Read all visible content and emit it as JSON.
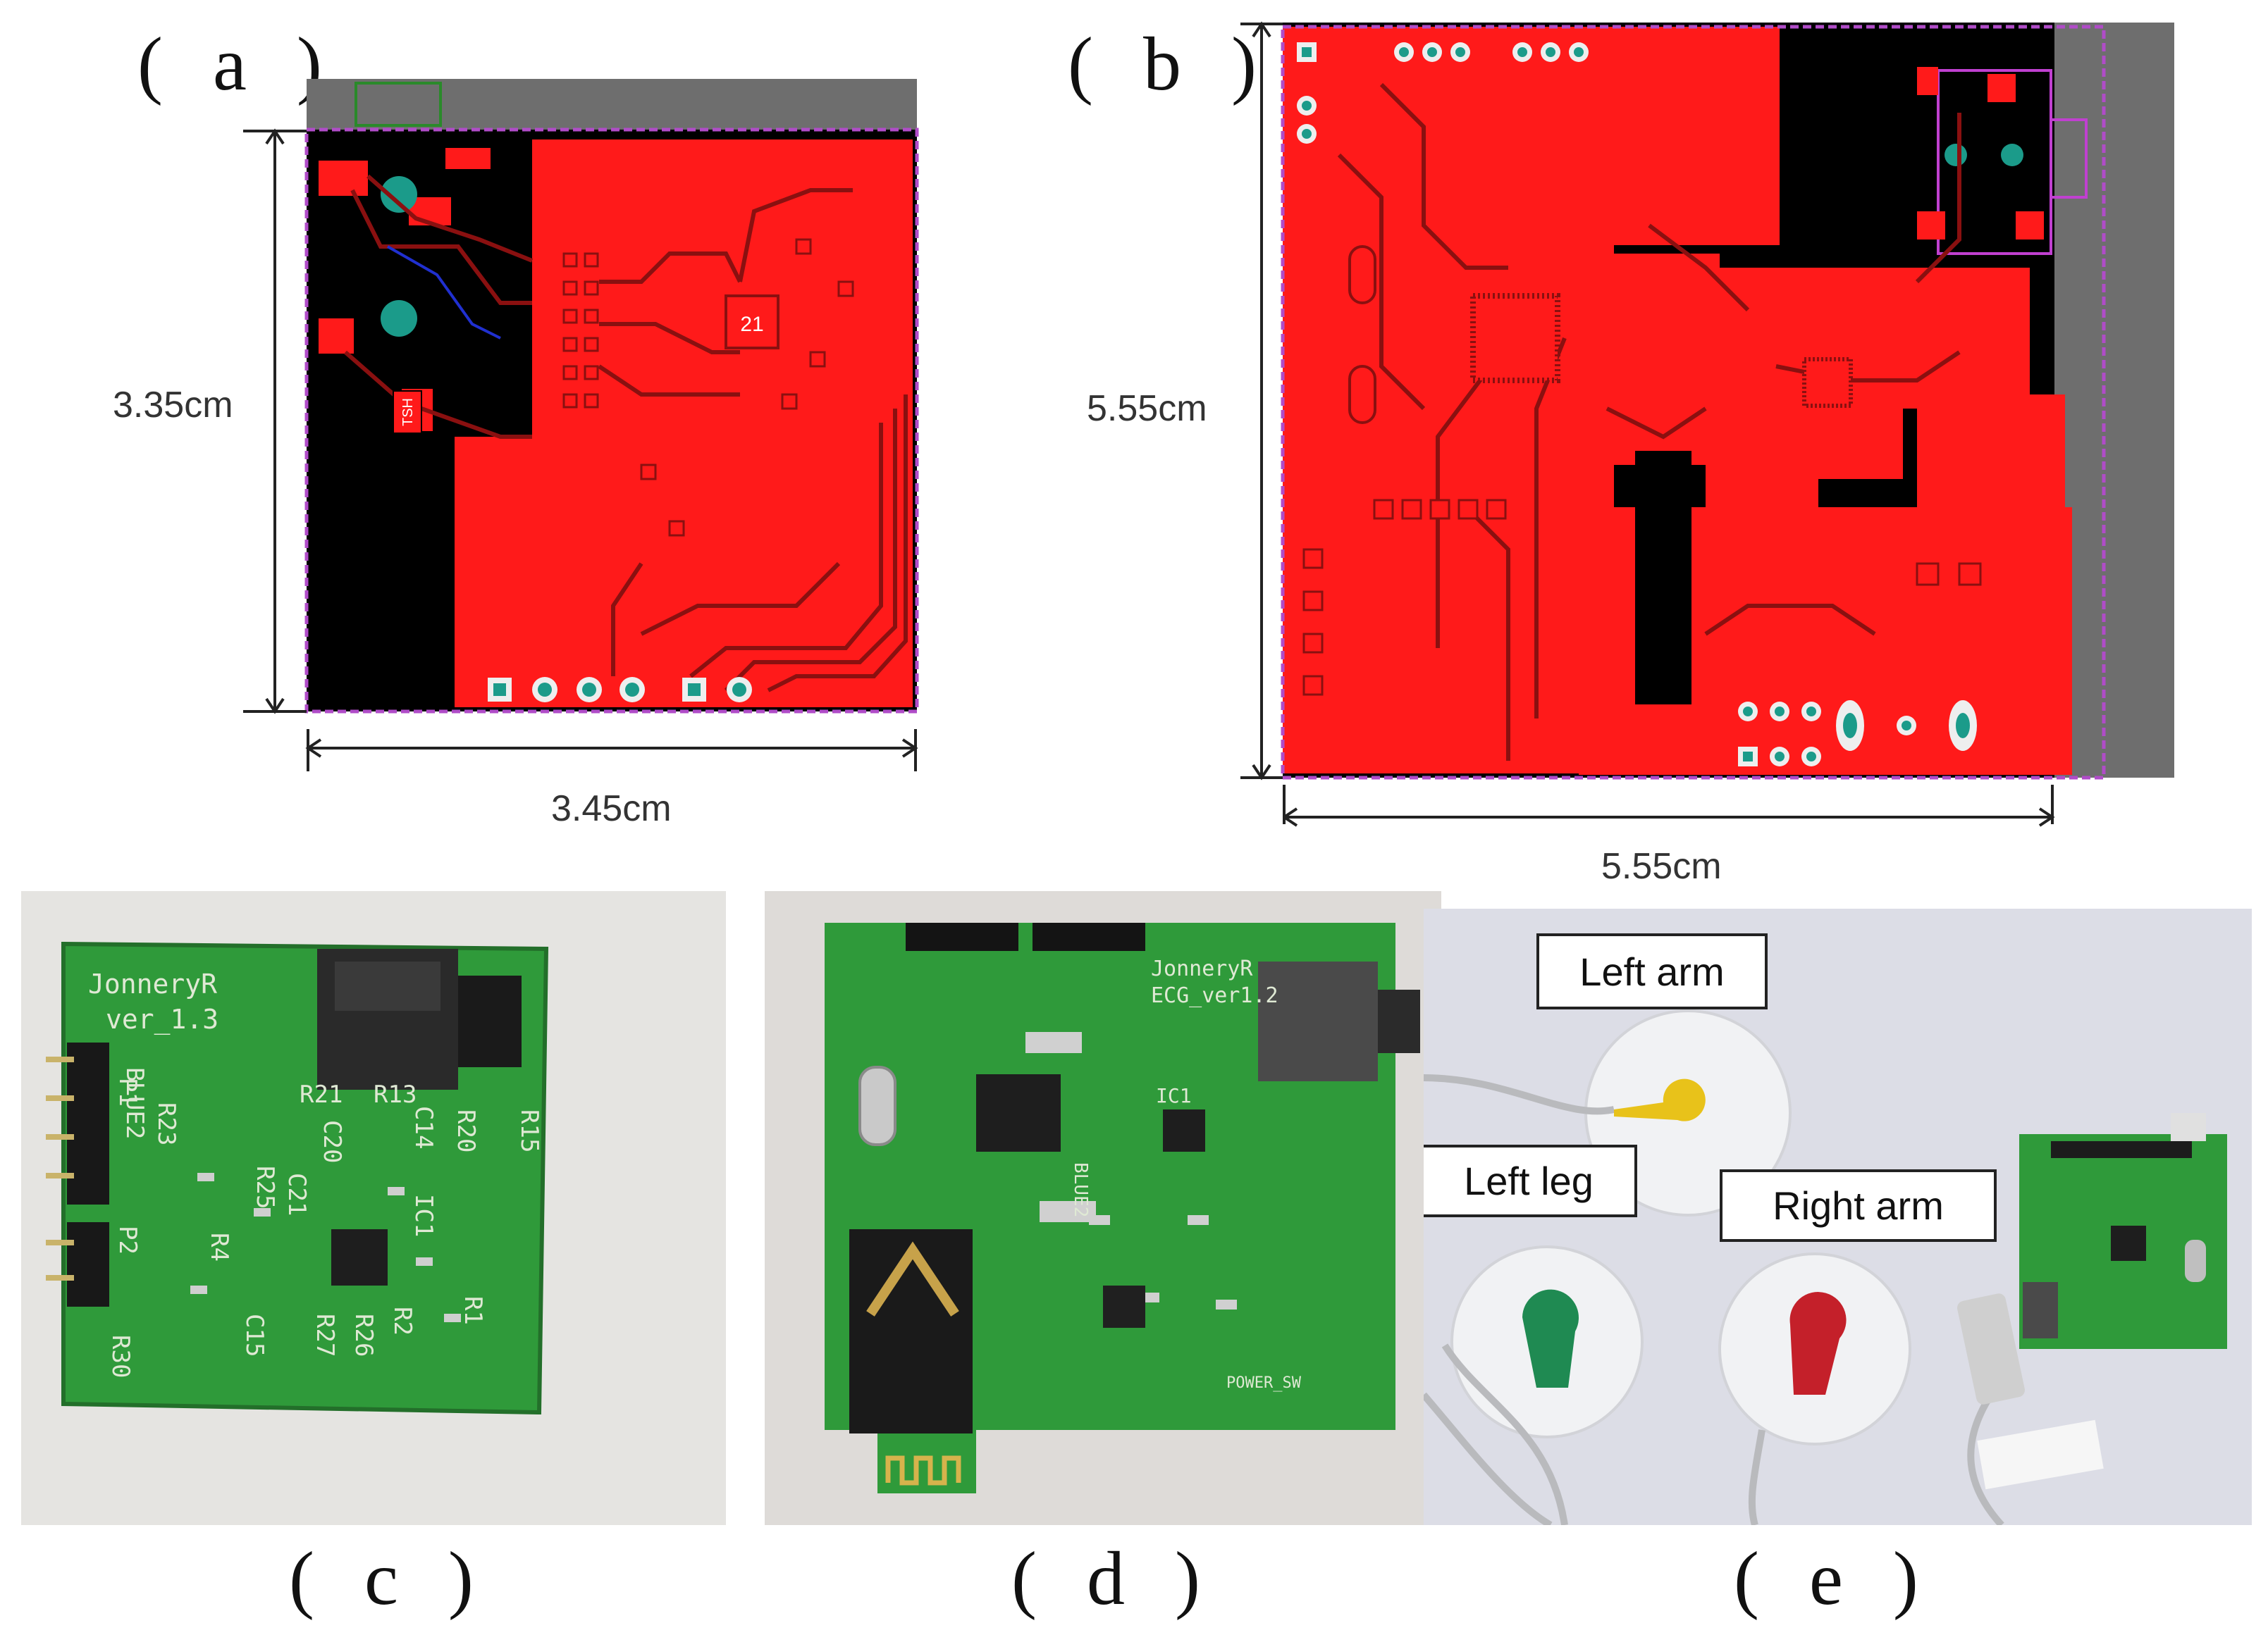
{
  "panels": {
    "a": {
      "label": "( a )",
      "height_label": "3.35cm",
      "width_label": "3.45cm",
      "pcb_marks": [
        "21",
        "TSH"
      ]
    },
    "b": {
      "label": "( b )",
      "height_label": "5.55cm",
      "width_label": "5.55cm"
    },
    "c": {
      "label": "( c )",
      "silkscreen": [
        "JonneryR",
        "ver_1.3",
        "BLUE2",
        "P1",
        "P2",
        "R23",
        "R30",
        "R4",
        "R25",
        "C21",
        "C20",
        "C14",
        "C15",
        "R27",
        "R26",
        "R21",
        "R13",
        "R20",
        "R15",
        "IC1",
        "R1",
        "R2"
      ]
    },
    "d": {
      "label": "( d )",
      "silkscreen": [
        "JonneryR",
        "ECG_ver1.2",
        "IC1",
        "BLUE2",
        "POWER_SW"
      ]
    },
    "e": {
      "label": "( e )",
      "electrodes": {
        "left_arm": "Left arm",
        "left_leg": "Left leg",
        "right_arm": "Right arm"
      },
      "lead_colors": {
        "left_arm": "#e8c21a",
        "left_leg": "#1f8a52",
        "right_arm": "#c4202a"
      }
    }
  },
  "colors": {
    "pcb_red": "#ff1a1a",
    "pcb_black": "#000000",
    "board_green": "#2f9a3a",
    "border_purple": "#b04cc8",
    "outside_gray": "#6e6e6e"
  }
}
